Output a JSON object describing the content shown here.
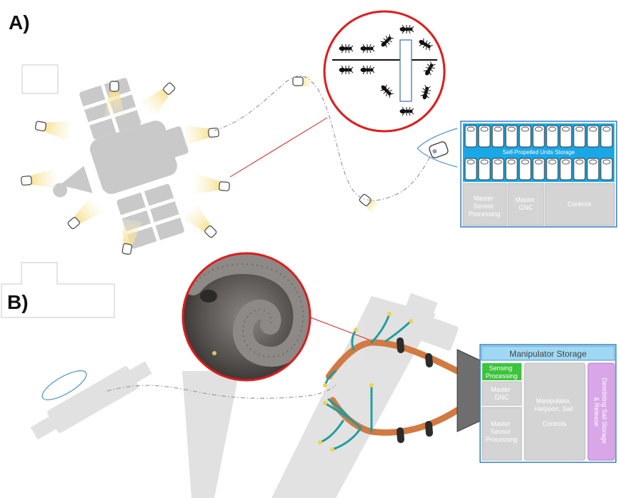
{
  "panel_a": {
    "label": "A)",
    "storage": {
      "units_label": "Self-Propelled Units Storage",
      "master_sensor": [
        "Master",
        "Sensor",
        "Processing"
      ],
      "master_gnc": [
        "Master",
        "GNC"
      ],
      "controls": "Controls"
    }
  },
  "panel_b": {
    "label": "B)",
    "storage": {
      "title": "Manipulator Storage",
      "sensing": [
        "Sensing",
        "Processing"
      ],
      "master_gnc": [
        "Master",
        "GNC"
      ],
      "master_sensor": [
        "Master",
        "Sensor",
        "Processing"
      ],
      "manipulator": [
        "Manipulator,",
        "Harpoon, Sail"
      ],
      "controls": "Controls",
      "deorbiting": [
        "Deorbiting Sail Storage",
        "& Release"
      ]
    }
  },
  "colors": {
    "accent_blue": "#1aa7e6",
    "light_blue": "#9fd8f2",
    "gray_box": "#d4d4d4",
    "callout_red": "#e01b1b",
    "green": "#3cc43c",
    "purple": "#d9a6e8",
    "satellite_gray": "#c9c9c9",
    "beam_yellow": "#f8e7a6"
  }
}
